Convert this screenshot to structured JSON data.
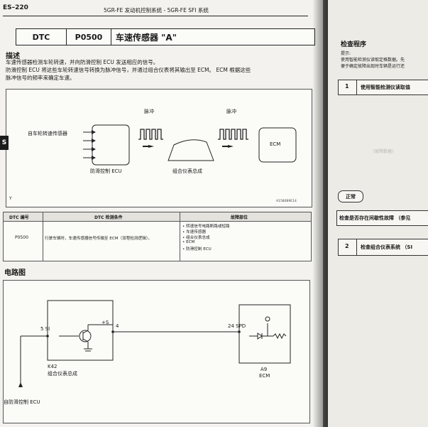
{
  "header": {
    "page": "ES–220",
    "title": "5GR-FE 发动机控制系统 - 5GR-FE SFI 系统"
  },
  "dtc_bar": {
    "label": "DTC",
    "code": "P0500",
    "title": "车速传感器 \"A\""
  },
  "description": {
    "heading": "描述",
    "lines": [
      "车速传感器检测车轮转速，并向防滑控制 ECU 发送相应的信号。",
      "防滑控制 ECU 将这些车轮转速信号转换为脉冲信号，并通过组合仪表将其输出至 ECM。 ECM 根据这些",
      "脉冲信号的频率来确定车速。"
    ]
  },
  "side_tab": "S",
  "block_diagram": {
    "sensor_label": "自车轮转速传感器",
    "pulse_label_1": "脉冲",
    "pulse_label_2": "脉冲",
    "ecu_label": "防滑控制 ECU",
    "meter_label": "组合仪表总成",
    "ecm_label": "ECM",
    "corner_y": "Y",
    "fig_id": "A158089E14"
  },
  "dtc_table": {
    "headers": [
      "DTC 编号",
      "DTC 检测条件",
      "故障部位"
    ],
    "row": {
      "code": "P0500",
      "condition": "行驶车辆时，车速传感器信号传输至 ECM（双程检测逻辑）。",
      "areas": [
        "转速信号电路断路或短路",
        "车速传感器",
        "组合仪表总成",
        "ECM",
        "防滑控制 ECU"
      ]
    }
  },
  "circuit": {
    "heading": "电路图",
    "pin_si": "5 SI",
    "pin_s": "+S",
    "pin_4": "4",
    "pin_spd": "24 SPD",
    "k42": "K42",
    "k42_name": "组合仪表总成",
    "a9": "A9",
    "a9_name": "ECM",
    "from_abs": "自防滑控制 ECU"
  },
  "right_page": {
    "heading": "检查程序",
    "hint_1": "提示:",
    "hint_2": "使用智能检测仪读取定格数据。先",
    "hint_3": "便于确定故障出现时车辆是运行还",
    "step1_no": "1",
    "step1_text": "使用智能检测仪读取值",
    "faded_text": "（故障数据）",
    "ok_label": "正常",
    "intermittent": "检查是否存在间歇性故障 （参见",
    "step2_no": "2",
    "step2_text": "检查组合仪表系统 （SI"
  }
}
